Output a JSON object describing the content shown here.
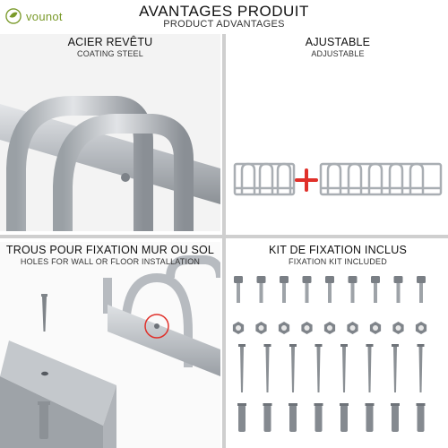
{
  "brand": {
    "name": "vounot",
    "color": "#7a9a2a"
  },
  "header": {
    "title": "AVANTAGES PRODUIT",
    "subtitle": "PRODUCT ADVANTAGES"
  },
  "panels": {
    "coating": {
      "title": "ACIER REVÊTU",
      "subtitle": "COATING STEEL"
    },
    "adjustable": {
      "title": "AJUSTABLE",
      "subtitle": "ADJUSTABLE"
    },
    "holes": {
      "title": "TROUS POUR FIXATION MUR OU SOL",
      "subtitle": "HOLES FOR WALL OR FLOOR INSTALLATION"
    },
    "kit": {
      "title": "KIT DE FIXATION INCLUS",
      "subtitle": "FIXATION KIT INCLUDED"
    }
  },
  "colors": {
    "steel": "#b9bdc2",
    "steel_dark": "#8a8f95",
    "accent_red": "#e0302a",
    "divider": "#cfcfcf"
  }
}
